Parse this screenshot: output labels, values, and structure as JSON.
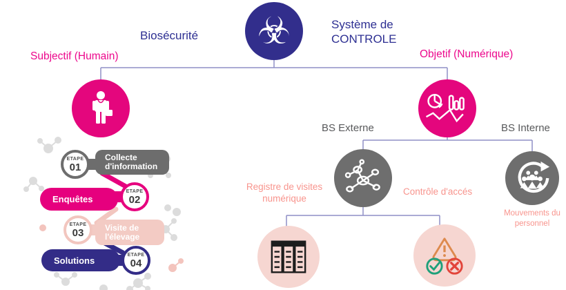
{
  "colors": {
    "indigo": "#322e8c",
    "magenta": "#e4067d",
    "magenta_text": "#ec078c",
    "gray_node": "#6e6e6e",
    "gray_text": "#58595b",
    "salmon_text": "#f8948d",
    "pink_light_circle": "#f6d6d1",
    "pink_pill": "#f3cbc4",
    "connector": "#8f8fc6",
    "navy_text": "#2d2f92",
    "warning_orange": "#dd8a4e",
    "check_green": "#1fa07a",
    "cross_red": "#e2443a"
  },
  "header": {
    "title_left": "Biosécurité",
    "title_right": "Système de\nCONTROLE"
  },
  "branch_labels": {
    "subjective": "Subjectif (Humain)",
    "objective": "Objetif (Numérique)"
  },
  "tree": {
    "bs_externe": "BS Externe",
    "bs_interne": "BS Interne",
    "registre": "Registre de visites\nnumérique",
    "controle": "Contrôle d'accés",
    "mouvements": "Mouvements du\npersonnel"
  },
  "icons": {
    "biohazard_glyph": "☣",
    "person_icon": "veterinarian-person",
    "statistics_icon": "pie-bar-line-charts",
    "network_icon": "molecule-network",
    "rotation_icon": "personnel-rotation-arrow",
    "register_icon": "table-register",
    "warning_icon": "warning-check-cross"
  },
  "steps": [
    {
      "etape": "ETAPE",
      "num": "01",
      "label": "Collecte\nd'information"
    },
    {
      "etape": "ETAPE",
      "num": "02",
      "label": "Enquêtes"
    },
    {
      "etape": "ETAPE",
      "num": "03",
      "label": "Visite de\nl'élevage"
    },
    {
      "etape": "ETAPE",
      "num": "04",
      "label": "Solutions"
    }
  ]
}
